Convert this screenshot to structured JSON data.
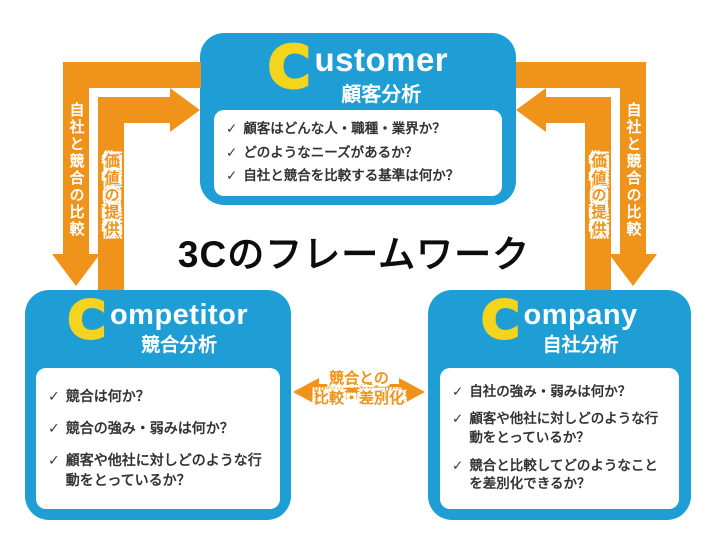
{
  "title": "3Cのフレームワーク",
  "colors": {
    "box_blue": "#1f9ed6",
    "logo_yellow": "#f5d41d",
    "arrow_orange": "#f0931a",
    "panel_text": "#333333"
  },
  "checkmark": "✓",
  "boxes": {
    "customer": {
      "initial": "C",
      "name_rest": "ustomer",
      "jp_label": "顧客分析",
      "items": [
        "顧客はどんな人・職種・業界か？",
        "どのようなニーズがあるか？",
        "自社と競合を比較する基準は何か？"
      ]
    },
    "competitor": {
      "initial": "C",
      "name_rest": "ompetitor",
      "jp_label": "競合分析",
      "items": [
        "競合は何か？",
        "競合の強み・弱みは何か？",
        "顧客や他社に対しどのような行動をとっているか？"
      ]
    },
    "company": {
      "initial": "C",
      "name_rest": "ompany",
      "jp_label": "自社分析",
      "items": [
        "自社の強み・弱みは何か？",
        "顧客や他社に対しどのような行動をとっているか？",
        "競合と比較してどのようなことを差別化できるか？"
      ]
    }
  },
  "arrows": {
    "left_comparison": "自社と競合の比較",
    "left_value": "価値の提供",
    "right_comparison": "自社と競合の比較",
    "right_value": "価値の提供",
    "bottom_line1": "競合との",
    "bottom_line2": "比較・差別化"
  }
}
